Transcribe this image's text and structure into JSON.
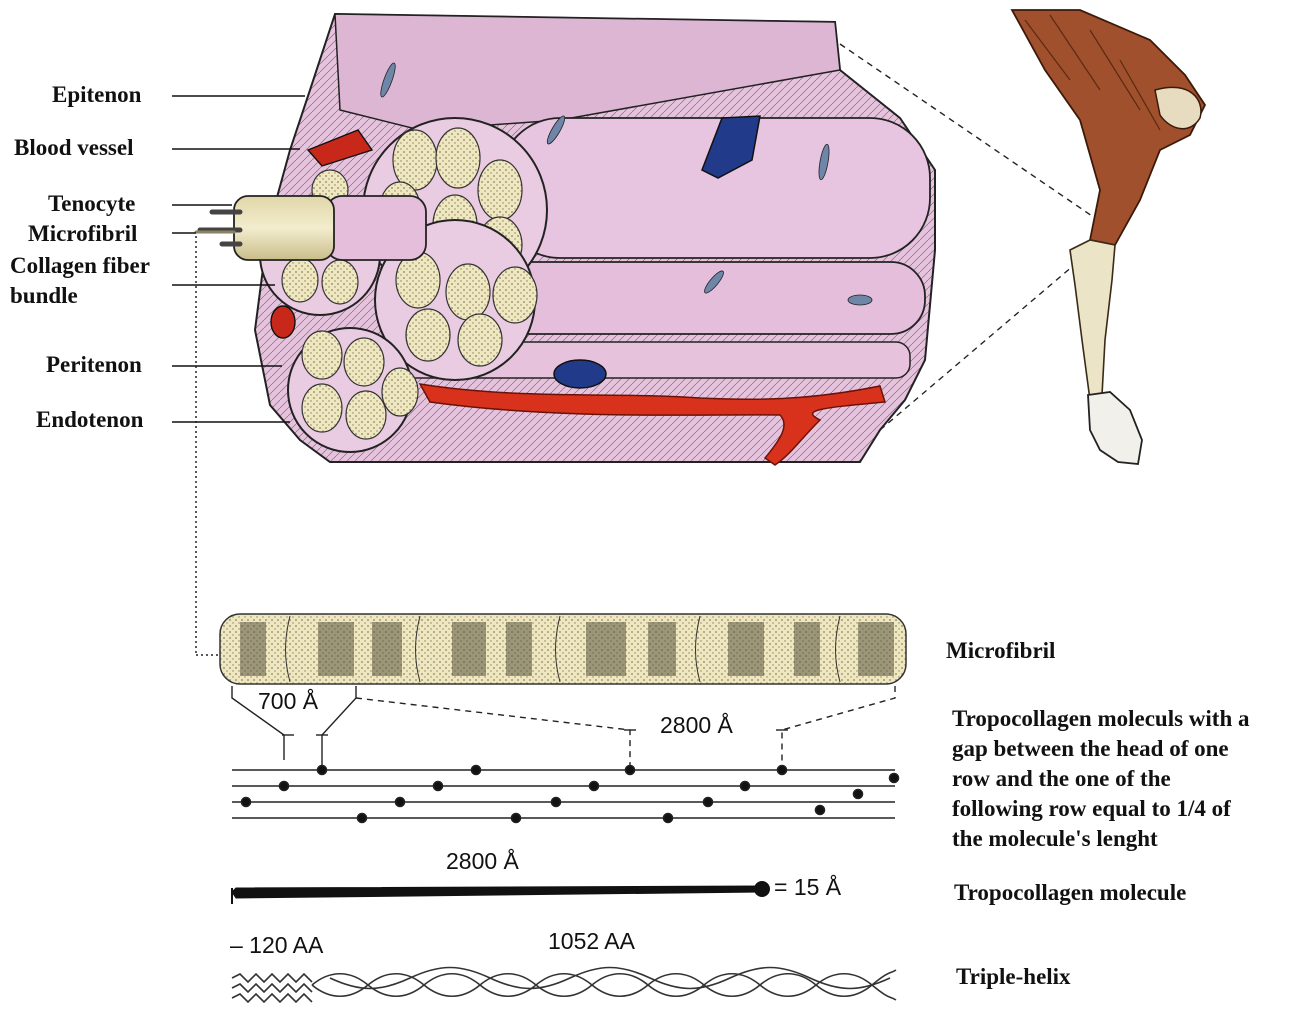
{
  "labels": {
    "epitenon": "Epitenon",
    "blood_vessel": "Blood vessel",
    "tenocyte": "Tenocyte",
    "microfibril": "Microfibril",
    "collagen_fiber_bundle_1": "Collagen fiber",
    "collagen_fiber_bundle_2": "bundle",
    "peritenon": "Peritenon",
    "endotenon": "Endotenon"
  },
  "right_labels": {
    "microfibril": "Microfibril",
    "tropocollagen_rows": [
      "Tropocollagen moleculs with a",
      "gap between the head of one",
      "row and the one of the",
      "following row equal to 1/4 of",
      "the molecule's lenght"
    ],
    "tropocollagen_molecule": "Tropocollagen molecule",
    "triple_helix": "Triple-helix"
  },
  "dimensions": {
    "band_700": "700 Å",
    "gap_2800": "2800 Å",
    "molecule_2800": "2800 Å",
    "width_15": "= 15 Å",
    "helix_120": "– 120 AA",
    "helix_1052": "1052 AA"
  },
  "colors": {
    "tissue_pink": "#e7c4df",
    "fiber_cream": "#efe9c6",
    "artery_red": "#d8321c",
    "vein_blue": "#223a8a",
    "muscle_brown": "#a0502c"
  }
}
